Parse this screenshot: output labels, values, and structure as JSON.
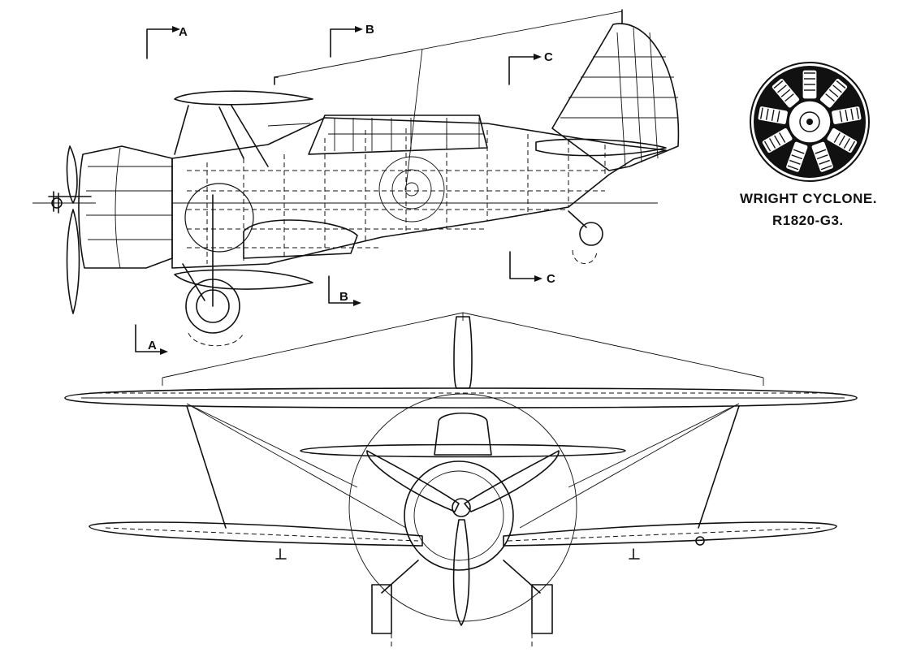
{
  "section_markers": {
    "a_top": "A",
    "b_top": "B",
    "c_top": "C",
    "a_bottom": "A",
    "b_bottom": "B",
    "c_bottom": "C"
  },
  "engine_caption": {
    "line1": "WRIGHT CYCLONE.",
    "line2": "R1820-G3."
  }
}
